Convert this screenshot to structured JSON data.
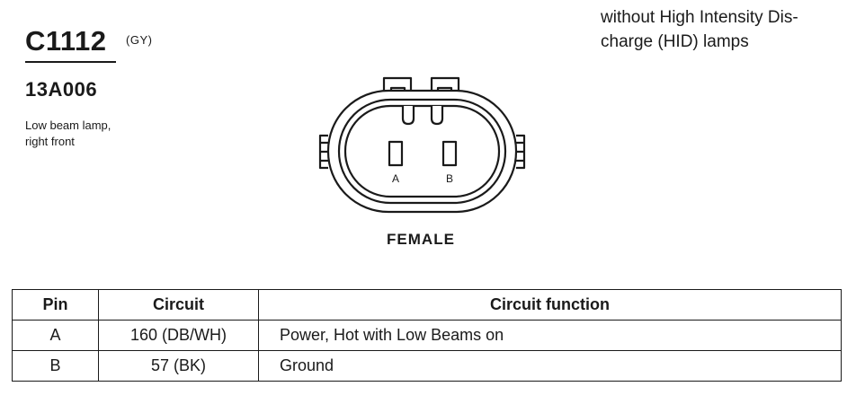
{
  "connector": {
    "id": "C1112",
    "color_code": "(GY)",
    "part_number": "13A006",
    "description_lines": [
      "Low beam lamp,",
      "right front"
    ],
    "gender": "FEMALE",
    "pin_labels": [
      "A",
      "B"
    ]
  },
  "note_lines": [
    "without High Intensity Dis-",
    "charge (HID) lamps"
  ],
  "table": {
    "headers": {
      "pin": "Pin",
      "circuit": "Circuit",
      "function": "Circuit function"
    },
    "rows": [
      {
        "pin": "A",
        "circuit": "160 (DB/WH)",
        "function": "Power, Hot with Low Beams on"
      },
      {
        "pin": "B",
        "circuit": "57 (BK)",
        "function": "Ground"
      }
    ]
  }
}
